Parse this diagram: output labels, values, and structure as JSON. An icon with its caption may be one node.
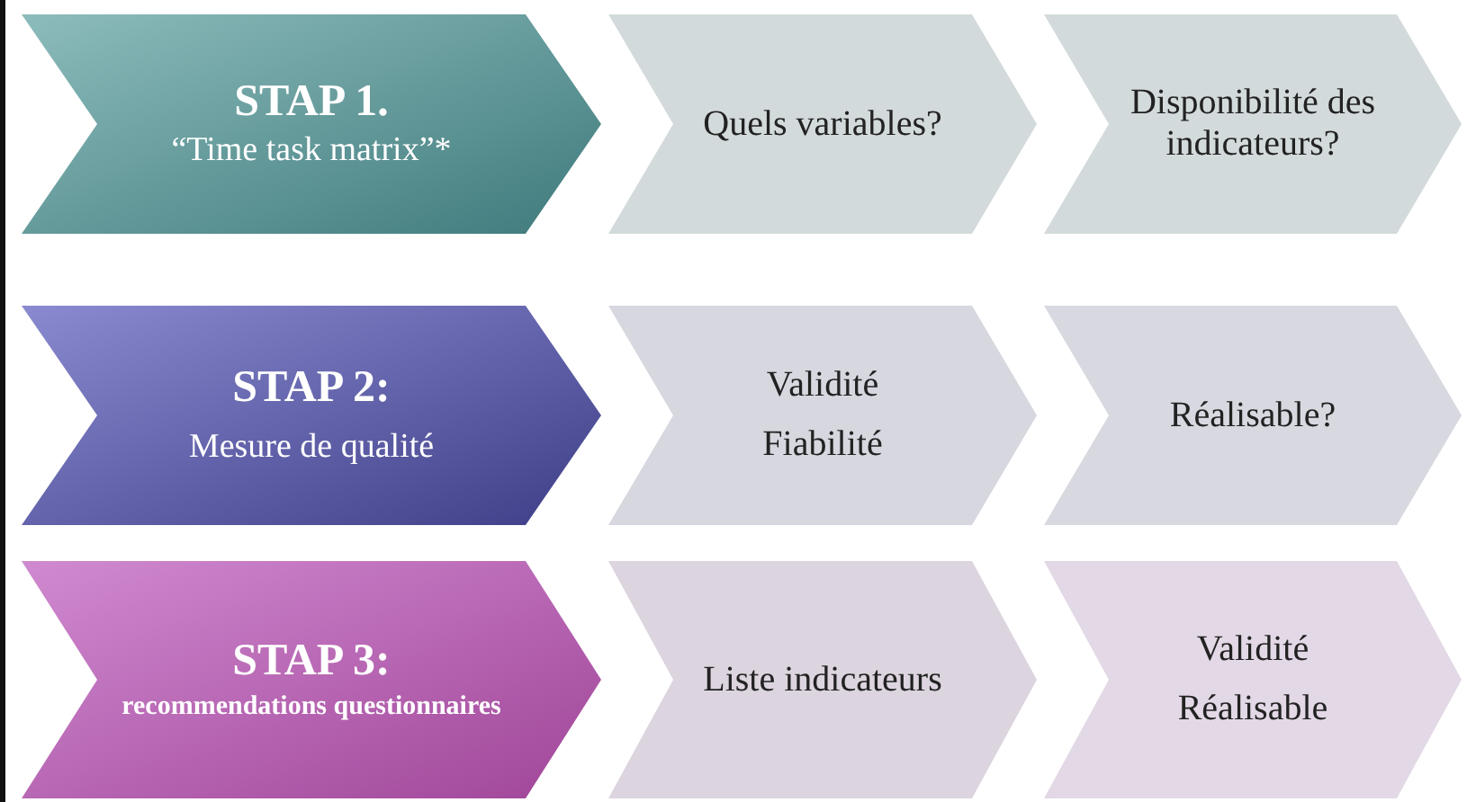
{
  "diagram": {
    "nodes": [
      {
        "text": [
          "STAP 1.",
          "“Time task matrix”*"
        ]
      },
      {
        "text": [
          "Quels variables?"
        ]
      },
      {
        "text": [
          "Disponibilité des indicateurs?"
        ]
      },
      {
        "text": [
          "STAP 2:",
          "Mesure de qualité"
        ]
      },
      {
        "text": [
          "Validité",
          "Fiabilité"
        ]
      },
      {
        "text": [
          "Réalisable?"
        ]
      },
      {
        "text": [
          "STAP 3:",
          "recommendations questionnaires"
        ]
      },
      {
        "text": [
          "Liste indicateurs"
        ]
      },
      {
        "text": [
          "Validité",
          "Réalisable"
        ]
      }
    ]
  }
}
